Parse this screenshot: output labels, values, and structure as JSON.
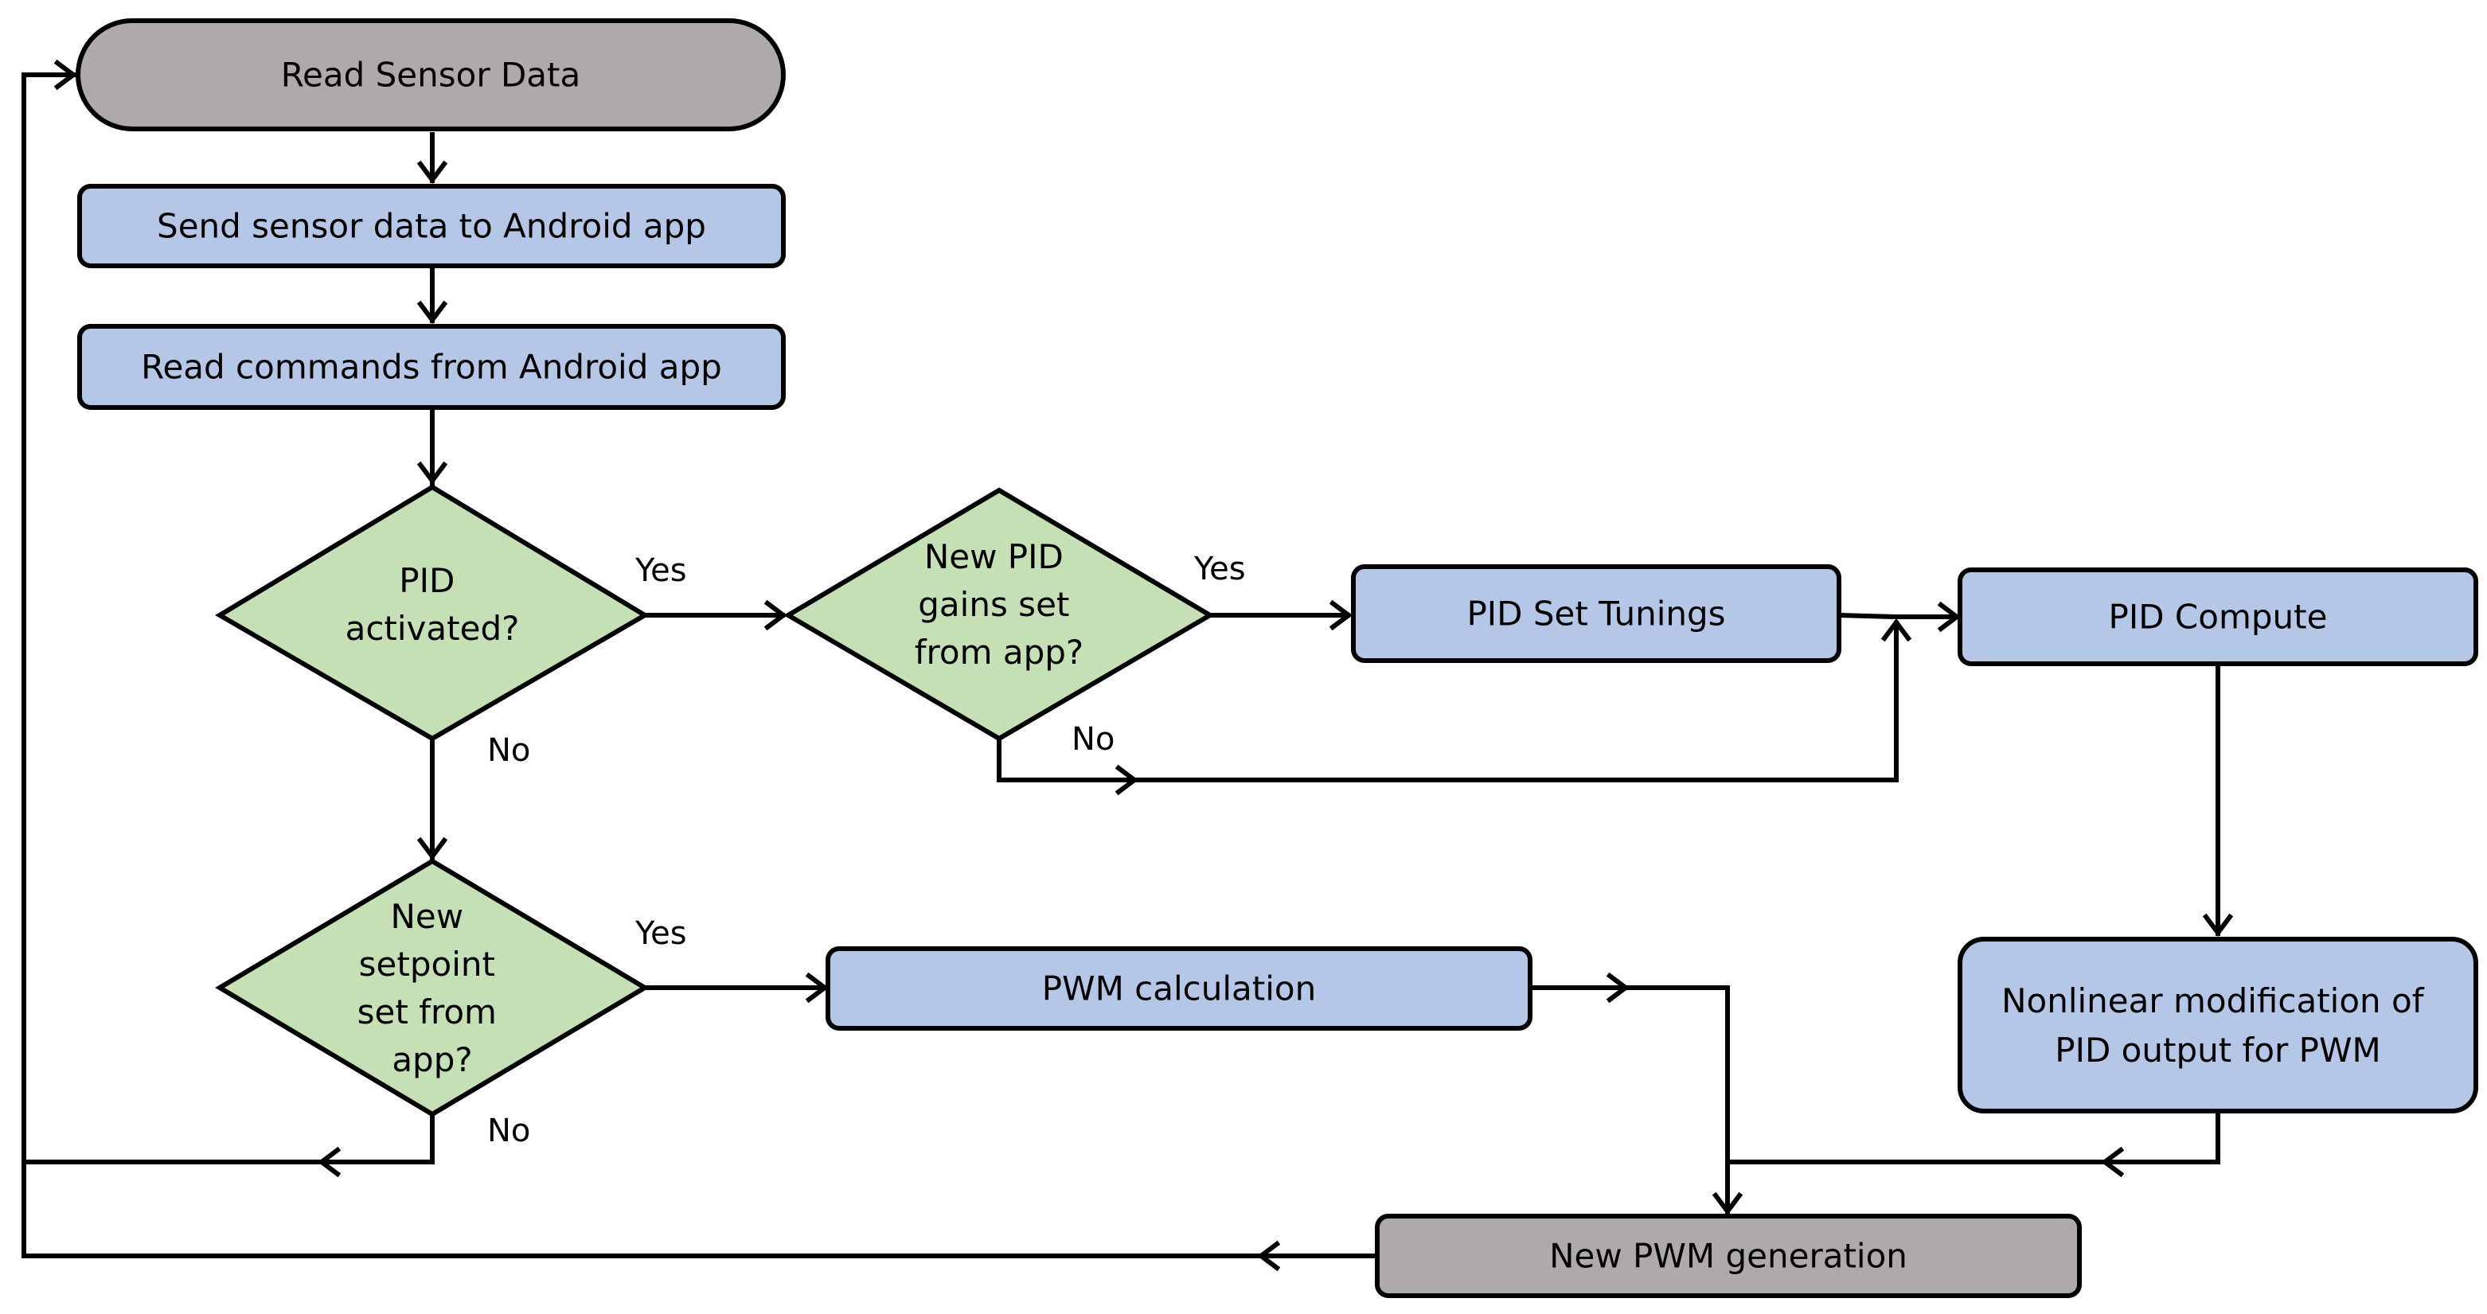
{
  "diagram": {
    "colors": {
      "process_fill": "#b4c7e7",
      "terminal_fill": "#aeaaaa",
      "decision_fill": "#c5e0b4",
      "stroke": "#000000",
      "background": "#ffffff"
    },
    "nodes": {
      "read_sensor": {
        "lines": [
          "Read Sensor Data"
        ]
      },
      "send_sensor": {
        "lines": [
          "Send sensor data to Android app"
        ]
      },
      "read_commands": {
        "lines": [
          "Read commands from Android app"
        ]
      },
      "pid_activated": {
        "lines": [
          "PID",
          "activated?"
        ]
      },
      "new_pid_gains": {
        "lines": [
          "New PID",
          "gains set",
          "from app?"
        ]
      },
      "pid_set_tunings": {
        "lines": [
          "PID Set Tunings"
        ]
      },
      "pid_compute": {
        "lines": [
          "PID Compute"
        ]
      },
      "new_setpoint": {
        "lines": [
          "New",
          "setpoint",
          "set from",
          "app?"
        ]
      },
      "pwm_calculation": {
        "lines": [
          "PWM calculation"
        ]
      },
      "nonlinear_mod": {
        "lines": [
          "Nonlinear modification of",
          "PID output for PWM"
        ]
      },
      "new_pwm_generation": {
        "lines": [
          "New PWM generation"
        ]
      }
    },
    "edge_labels": {
      "pid_activated_yes": "Yes",
      "pid_activated_no": "No",
      "new_pid_gains_yes": "Yes",
      "new_pid_gains_no": "No",
      "new_setpoint_yes": "Yes",
      "new_setpoint_no": "No"
    }
  }
}
